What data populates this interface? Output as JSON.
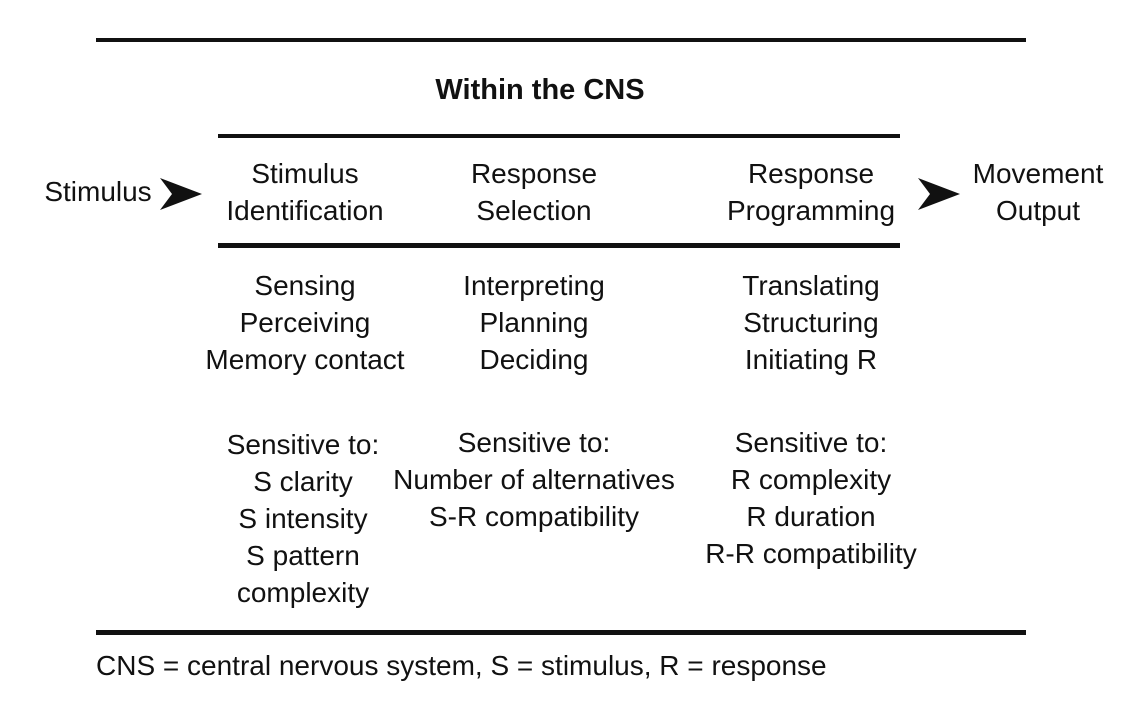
{
  "title": "Within the CNS",
  "input": "Stimulus",
  "output": [
    "Movement",
    "Output"
  ],
  "stages": [
    {
      "name": [
        "Stimulus",
        "Identification"
      ],
      "processes": [
        "Sensing",
        "Perceiving",
        "Memory contact"
      ],
      "sensitive_label": "Sensitive to:",
      "sensitive_to": [
        "S clarity",
        "S intensity",
        "S pattern",
        "complexity"
      ]
    },
    {
      "name": [
        "Response",
        "Selection"
      ],
      "processes": [
        "Interpreting",
        "Planning",
        "Deciding"
      ],
      "sensitive_label": "Sensitive to:",
      "sensitive_to": [
        "Number of alternatives",
        "S-R compatibility"
      ]
    },
    {
      "name": [
        "Response",
        "Programming"
      ],
      "processes": [
        "Translating",
        "Structuring",
        "Initiating R"
      ],
      "sensitive_label": "Sensitive to:",
      "sensitive_to": [
        "R complexity",
        "R duration",
        "R-R compatibility"
      ]
    }
  ],
  "footnote": "CNS = central nervous system, S = stimulus, R = response",
  "colors": {
    "ink": "#111111",
    "background": "#ffffff"
  },
  "icons": {
    "arrow": "arrowhead-right-icon"
  }
}
